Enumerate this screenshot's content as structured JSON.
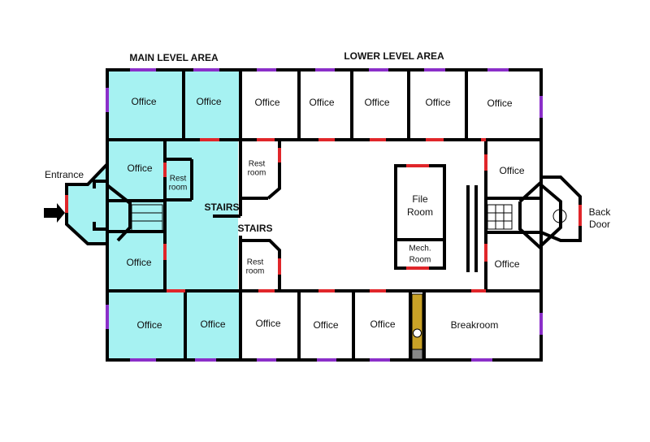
{
  "areas": {
    "main_level": "MAIN LEVEL AREA",
    "lower_level": "LOWER LEVEL AREA"
  },
  "labels": {
    "entrance": "Entrance",
    "back_door_line1": "Back",
    "back_door_line2": "Door",
    "stairs_main": "STAIRS",
    "stairs_lower": "STAIRS"
  },
  "rooms": {
    "office": "Office",
    "rest_line1": "Rest",
    "rest_room_main": "room",
    "rest_room_lower": "room",
    "file_line1": "File",
    "file_line2": "Room",
    "mech_line1": "Mech.",
    "mech_line2": "Room",
    "breakroom": "Breakroom"
  },
  "colors": {
    "main_level_fill": "#a6f2f2",
    "wall": "#000000",
    "door": "#e0262a",
    "window": "#8b2fc9",
    "corridor_door": "#c9a227"
  },
  "icons": {
    "entrance": "arrow-right-icon"
  }
}
